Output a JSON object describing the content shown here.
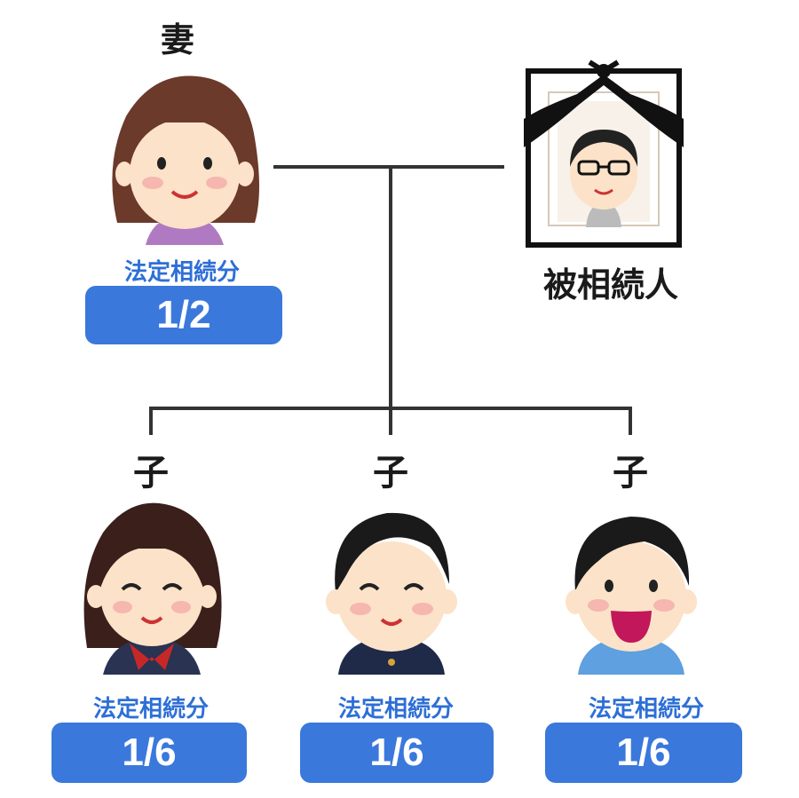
{
  "wife": {
    "role": "妻",
    "share_label": "法定相続分",
    "share": "1/2"
  },
  "deceased": {
    "role": "被相続人"
  },
  "children": [
    {
      "role": "子",
      "share_label": "法定相続分",
      "share": "1/6"
    },
    {
      "role": "子",
      "share_label": "法定相続分",
      "share": "1/6"
    },
    {
      "role": "子",
      "share_label": "法定相続分",
      "share": "1/6"
    }
  ],
  "colors": {
    "accent": "#3a78dc",
    "label": "#2e6fd6",
    "line": "#333333"
  }
}
